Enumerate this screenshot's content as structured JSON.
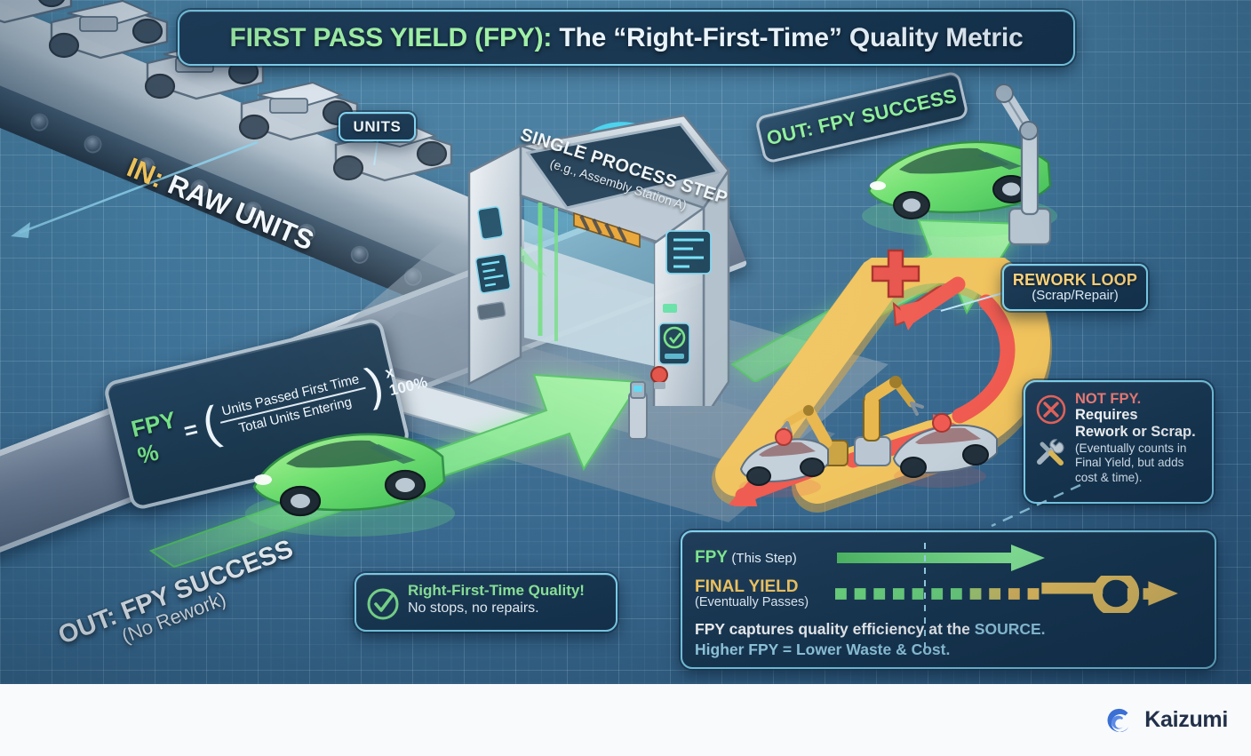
{
  "title": {
    "highlight": "FIRST PASS YIELD (FPY):",
    "rest": " The “Right-First-Time” Quality Metric"
  },
  "labels": {
    "units": "UNITS",
    "in_prefix": "IN:",
    "in_text": " RAW UNITS",
    "out_bottom_main": "OUT: FPY SUCCESS",
    "out_bottom_sub": "(No Rework)",
    "out_top": "OUT: FPY SUCCESS",
    "gate_title": "SINGLE PROCESS STEP",
    "gate_sub": "(e.g., Assembly Station A)",
    "rework_title": "REWORK LOOP",
    "rework_sub": "(Scrap/Repair)"
  },
  "formula": {
    "lhs": "FPY %",
    "equals": "=",
    "numerator": "Units Passed First Time",
    "denominator": "Total Units Entering",
    "multiplier": "x 100%"
  },
  "callout_success": {
    "line1": "Right-First-Time Quality!",
    "line2": "No stops, no repairs.",
    "icon": "check-circle-icon"
  },
  "callout_notfpy": {
    "heading": "NOT FPY.",
    "body_bold": "Requires\nRework or Scrap.",
    "body_note": "(Eventually counts in Final Yield, but adds cost & time).",
    "icon_x": "x-circle-icon",
    "icon_tools": "wrench-screwdriver-icon"
  },
  "legend": {
    "fpy_label": "FPY",
    "fpy_sub": "(This Step)",
    "final_label": "FINAL YIELD",
    "final_sub": "(Eventually Passes)",
    "note_line1_a": "FPY",
    "note_line1_b": " captures quality efficiency at the ",
    "note_line1_c": "SOURCE.",
    "note_line2": "Higher FPY = Lower Waste & Cost."
  },
  "footer": {
    "brand": "Kaizumi",
    "logo_icon": "kaizumi-spiral-logo"
  },
  "colors": {
    "green": "#7fe58e",
    "yellow": "#f6c860",
    "red": "#f05a52",
    "panel_bg": "#17354f",
    "panel_border": "#7fd2ee",
    "bg_blue": "#3f7497",
    "brand_blue": "#3b6fd4"
  }
}
